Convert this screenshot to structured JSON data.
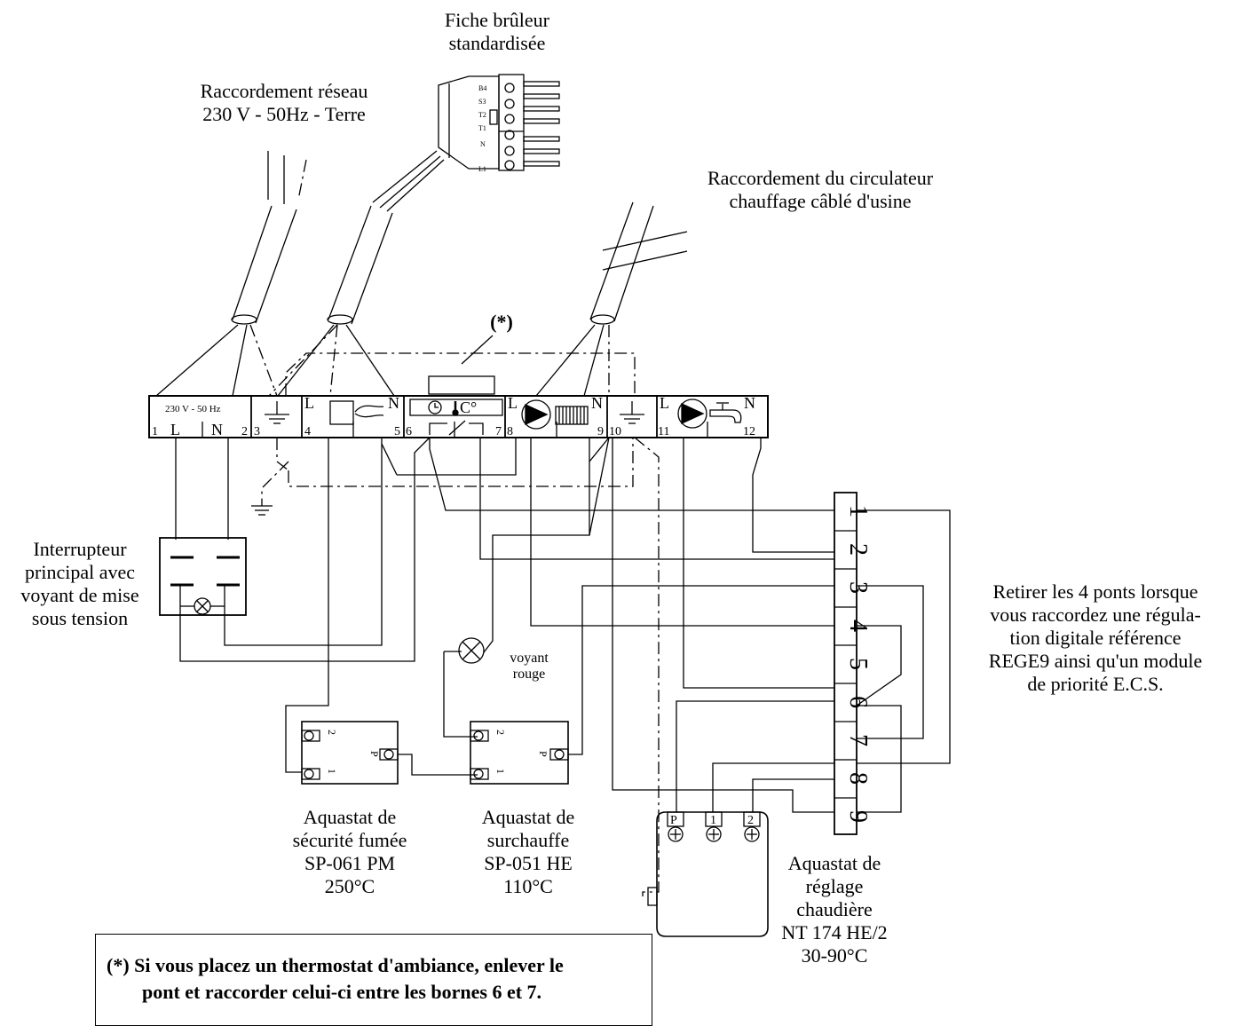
{
  "labels": {
    "fiche_bruleur": [
      "Fiche brûleur",
      "standardisée"
    ],
    "raccordement_reseau": [
      "Raccordement réseau",
      "230 V - 50Hz - Terre"
    ],
    "raccordement_circulateur": [
      "Raccordement du circulateur",
      "chauffage câblé d'usine"
    ],
    "asterisk": "(*)",
    "interrupteur": [
      "Interrupteur",
      "principal avec",
      "voyant de mise",
      "sous  tension"
    ],
    "retirer": [
      "Retirer les 4 ponts lorsque",
      "vous raccordez une régula-",
      "tion  digitale référence",
      "REGE9 ainsi qu'un module",
      "de priorité E.C.S."
    ],
    "voyant": [
      "voyant",
      "rouge"
    ],
    "aquastat_fumee": [
      "Aquastat  de",
      "sécurité fumée",
      "SP-061 PM",
      "250°C"
    ],
    "aquastat_surchauffe": [
      "Aquastat  de",
      "surchauffe",
      "SP-051 HE",
      "110°C"
    ],
    "aquastat_reglage": [
      "Aquastat  de",
      "réglage",
      "chaudière",
      "NT 174 HE/2",
      "30-90°C"
    ]
  },
  "terminal_block": {
    "voltage": "230 V - 50 Hz",
    "numbers": [
      "1",
      "2",
      "3",
      "4",
      "5",
      "6",
      "7",
      "8",
      "9",
      "10",
      "11",
      "12"
    ],
    "letters": {
      "L": "L",
      "N": "N",
      "C": "C°"
    }
  },
  "plug_pins": [
    "B4",
    "S3",
    "T2",
    "T1",
    "N",
    "L1"
  ],
  "right_terminals": [
    "1",
    "2",
    "3",
    "4",
    "5",
    "6",
    "7",
    "8",
    "9"
  ],
  "aquastat_pins": {
    "p": "P",
    "one": "1",
    "two": "2"
  },
  "thermostat_terminals": [
    "P",
    "1",
    "2"
  ],
  "note": [
    "(*) Si vous placez un thermostat d'ambiance, enlever le",
    "pont et raccorder celui-ci entre les bornes 6 et 7."
  ]
}
